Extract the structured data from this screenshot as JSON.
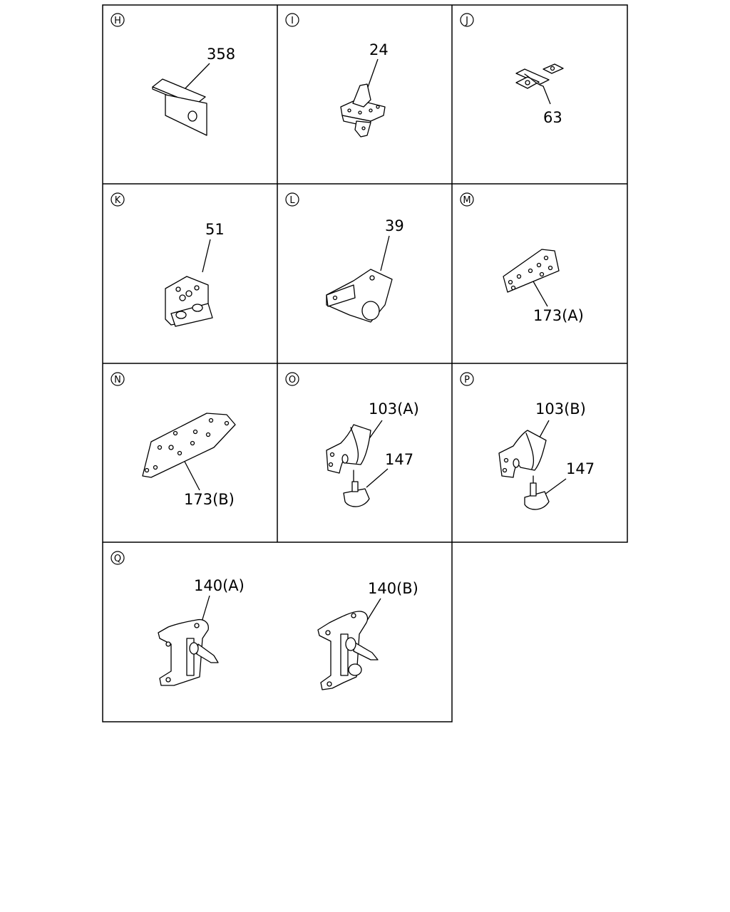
{
  "cells": [
    {
      "letter": "H",
      "callouts": [
        "358"
      ]
    },
    {
      "letter": "I",
      "callouts": [
        "24"
      ]
    },
    {
      "letter": "J",
      "callouts": [
        "63"
      ]
    },
    {
      "letter": "K",
      "callouts": [
        "51"
      ]
    },
    {
      "letter": "L",
      "callouts": [
        "39"
      ]
    },
    {
      "letter": "M",
      "callouts": [
        "173(A)"
      ]
    },
    {
      "letter": "N",
      "callouts": [
        "173(B)"
      ]
    },
    {
      "letter": "O",
      "callouts": [
        "103(A)",
        "147"
      ]
    },
    {
      "letter": "P",
      "callouts": [
        "103(B)",
        "147"
      ]
    },
    {
      "letter": "Q",
      "callouts": [
        "140(A)",
        "140(B)"
      ]
    }
  ]
}
